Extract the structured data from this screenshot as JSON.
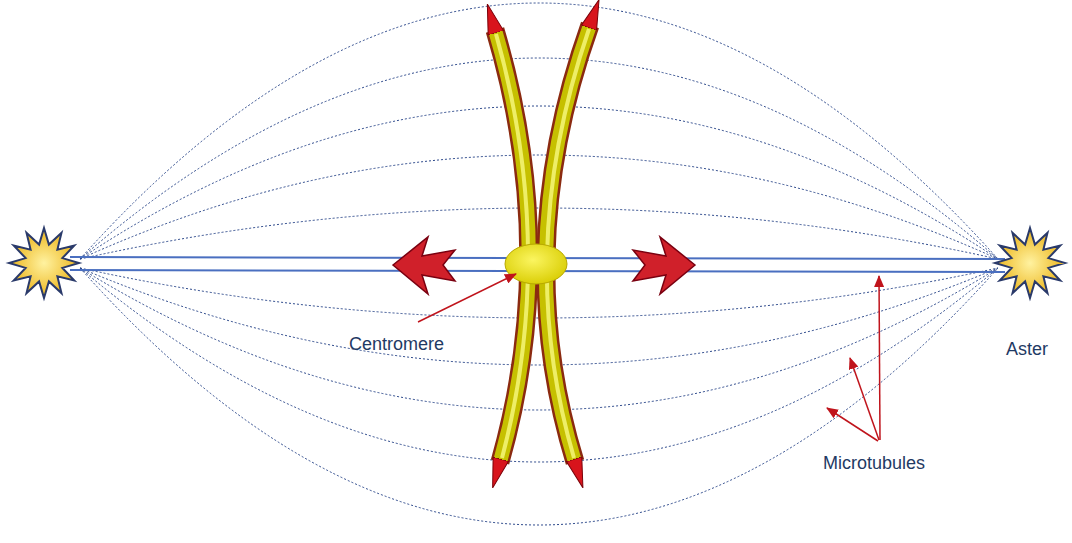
{
  "diagram": {
    "labels": [
      "Centromere",
      "Aster",
      "Microtubules"
    ]
  }
}
